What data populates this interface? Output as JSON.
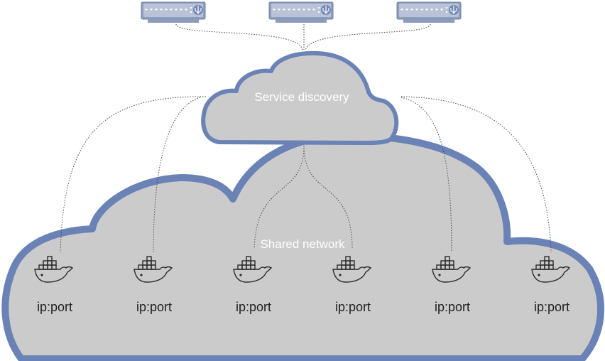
{
  "labels": {
    "service_discovery": "Service discovery",
    "shared_network": "Shared network"
  },
  "containers": [
    {
      "icon": "docker-whale-icon",
      "address": "ip:port"
    },
    {
      "icon": "docker-whale-icon",
      "address": "ip:port"
    },
    {
      "icon": "docker-whale-icon",
      "address": "ip:port"
    },
    {
      "icon": "docker-whale-icon",
      "address": "ip:port"
    },
    {
      "icon": "docker-whale-icon",
      "address": "ip:port"
    },
    {
      "icon": "docker-whale-icon",
      "address": "ip:port"
    }
  ],
  "devices": [
    {
      "icon": "server-rack-icon"
    },
    {
      "icon": "server-rack-icon"
    },
    {
      "icon": "server-rack-icon"
    }
  ],
  "colors": {
    "cloud_fill": "#cbcbcb",
    "cloud_stroke": "#6a82b6",
    "label_white": "#ffffff",
    "text_dark": "#222222"
  }
}
